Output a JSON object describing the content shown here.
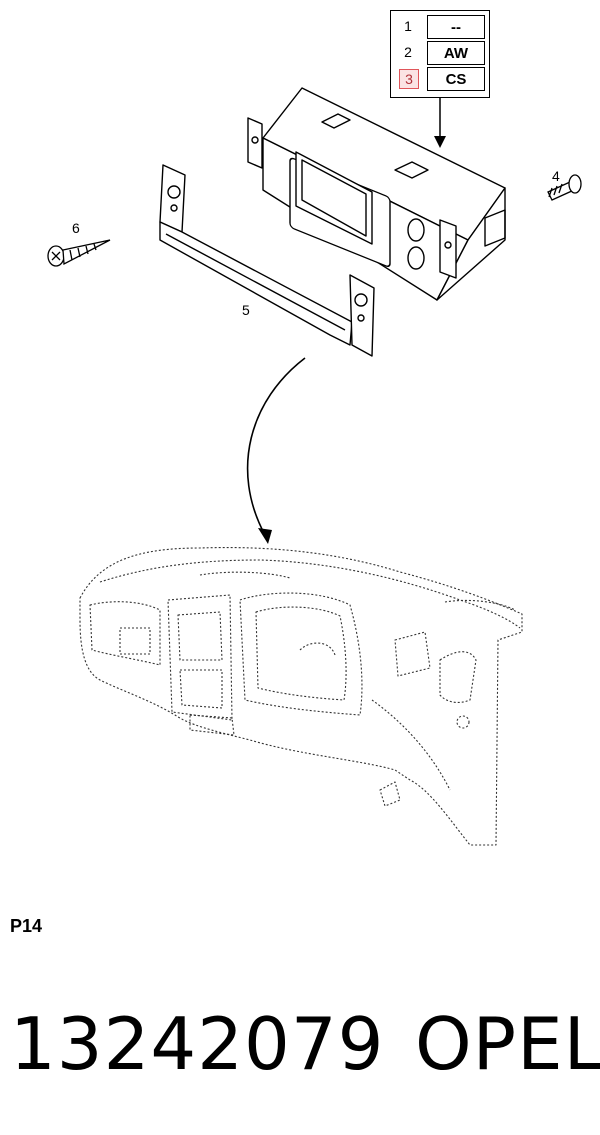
{
  "variant_table": {
    "rows": [
      {
        "num": "1",
        "code": "--",
        "highlighted": false
      },
      {
        "num": "2",
        "code": "AW",
        "highlighted": false
      },
      {
        "num": "3",
        "code": "CS",
        "highlighted": true
      }
    ],
    "highlight_color": "#e0555a"
  },
  "callouts": {
    "c4": "4",
    "c5": "5",
    "c6": "6"
  },
  "footer": {
    "page_code": "P14",
    "part_number": "13242079",
    "brand": "OPEL"
  }
}
